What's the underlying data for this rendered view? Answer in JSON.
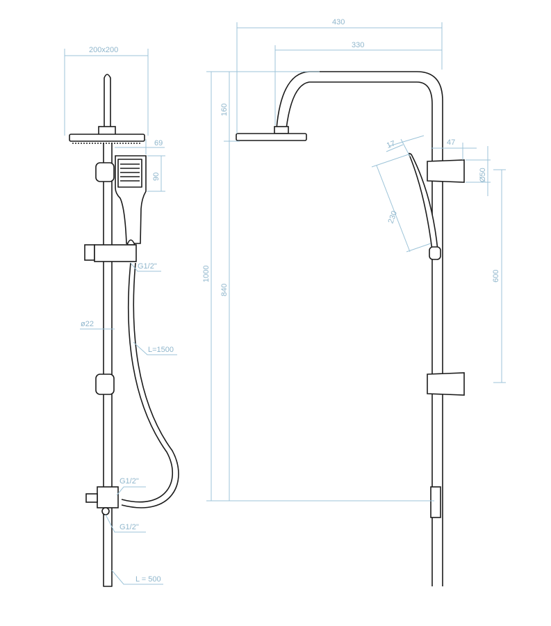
{
  "left_view": {
    "head_size": "200x200",
    "hand_width": "69",
    "hand_height": "90",
    "hose_connection_top": "G1/2\"",
    "pipe_diameter": "ø22",
    "hose_length": "L=1500",
    "diverter_inlet_top": "G1/2\"",
    "diverter_inlet_bottom": "G1/2\"",
    "lower_pipe_length": "L = 500"
  },
  "right_view": {
    "total_reach": "430",
    "arm_reach": "330",
    "head_drop": "160",
    "total_height": "1000",
    "head_height": "840",
    "hand_depth": "17",
    "holder_depth": "47",
    "holder_diameter": "Ø50",
    "hand_length": "230",
    "holder_spacing": "600"
  }
}
